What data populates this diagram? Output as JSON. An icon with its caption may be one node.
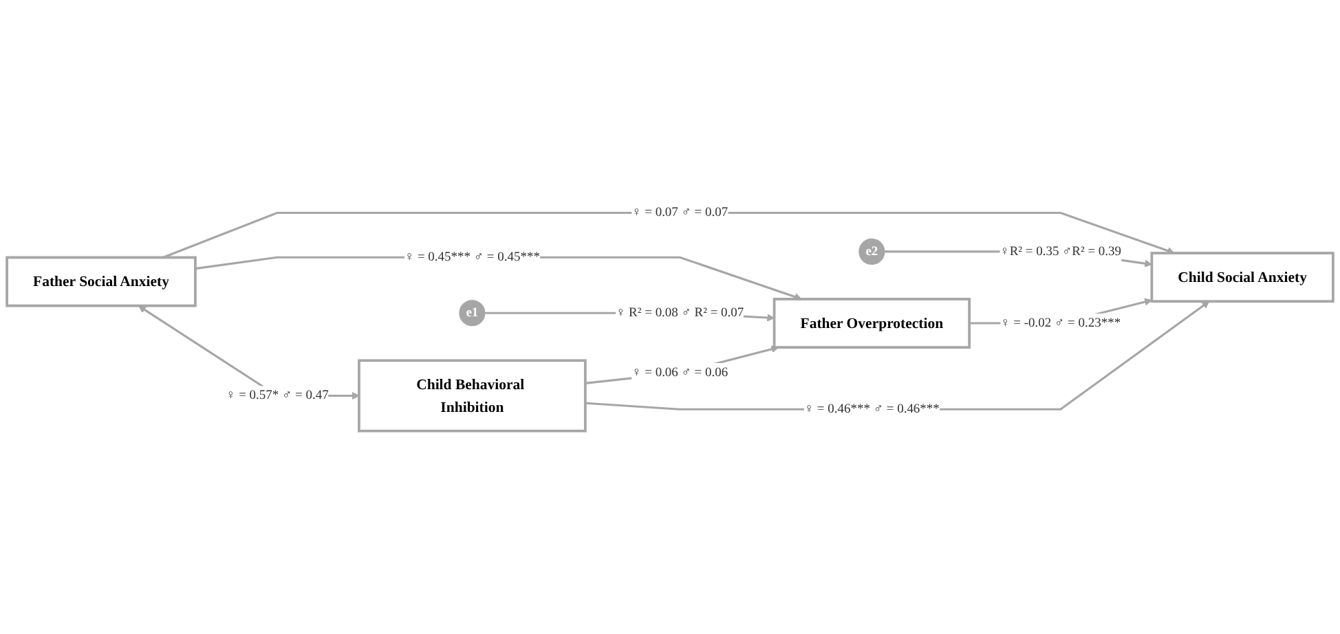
{
  "diagram": {
    "nodes": [
      {
        "text": [
          "Father Social Anxiety"
        ]
      },
      {
        "text": [
          "e1"
        ]
      },
      {
        "text": [
          "e2"
        ]
      },
      {
        "text": [
          "Father Overprotection"
        ]
      },
      {
        "text": [
          "Child Social Anxiety"
        ]
      },
      {
        "text": [
          "Child Behavioral Inhibition"
        ]
      }
    ],
    "edges": [
      {
        "from": 0,
        "to": 5,
        "arrow": "both",
        "label": "♀ = 0.57* ♂ = 0.47"
      },
      {
        "from": 0,
        "to": 3,
        "arrow": "to",
        "label": "♀ = 0.45*** ♂ = 0.45***"
      },
      {
        "from": 0,
        "to": 4,
        "arrow": "to",
        "label": "♀ = 0.07 ♂ = 0.07"
      },
      {
        "from": 1,
        "to": 3,
        "arrow": "to",
        "label": "♀ R² = 0.08 ♂ R² = 0.07"
      },
      {
        "from": 2,
        "to": 4,
        "arrow": "to",
        "label": "♀R² = 0.35 ♂R² = 0.39"
      },
      {
        "from": 3,
        "to": 4,
        "arrow": "to",
        "label": "♀ = -0.02 ♂ = 0.23***"
      },
      {
        "from": 5,
        "to": 3,
        "arrow": "to",
        "label": "♀ = 0.06 ♂ = 0.06"
      },
      {
        "from": 5,
        "to": 4,
        "arrow": "to",
        "label": "♀ = 0.46*** ♂ = 0.46***"
      }
    ]
  }
}
